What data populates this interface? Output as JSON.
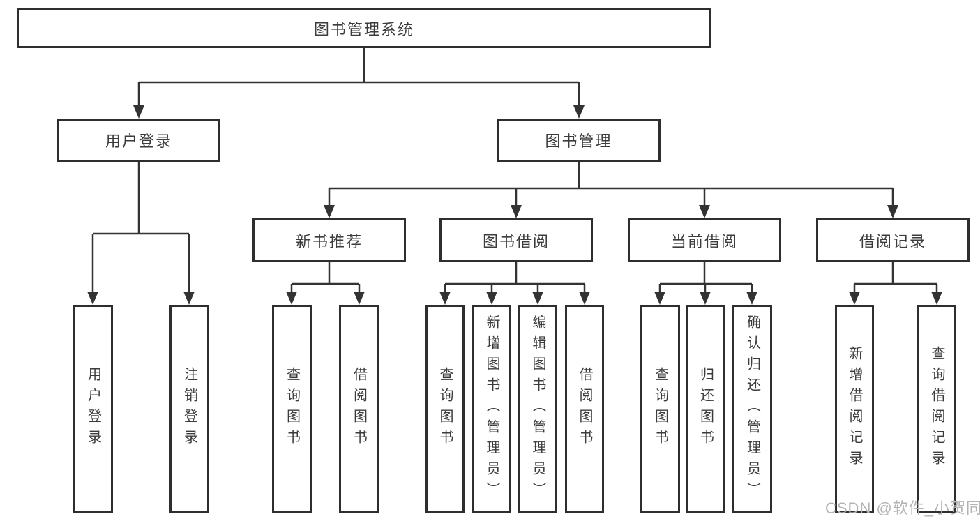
{
  "diagram": {
    "root": "图书管理系统",
    "level2": {
      "user_login": "用户登录",
      "book_mgmt": "图书管理"
    },
    "level3": {
      "new_books": "新书推荐",
      "book_borrow": "图书借阅",
      "current_borrow": "当前借阅",
      "borrow_records": "借阅记录"
    },
    "leaves": {
      "user_login_1": "用户登录",
      "user_login_2": "注销登录",
      "new_books_1": "查询图书",
      "new_books_2": "借阅图书",
      "book_borrow_1": "查询图书",
      "book_borrow_2": "新增图书（管理员）",
      "book_borrow_3": "编辑图书（管理员）",
      "book_borrow_4": "借阅图书",
      "current_borrow_1": "查询图书",
      "current_borrow_2": "归还图书",
      "current_borrow_3": "确认归还（管理员）",
      "borrow_records_1": "新增借阅记录",
      "borrow_records_2": "查询借阅记录"
    }
  },
  "watermark": "CSDN @软件_小贺同学",
  "colors": {
    "line": "#333333",
    "box_border": "#2e2e2e",
    "text": "#3c3c3c",
    "watermark": "#b3b3b3",
    "background": "#ffffff"
  }
}
